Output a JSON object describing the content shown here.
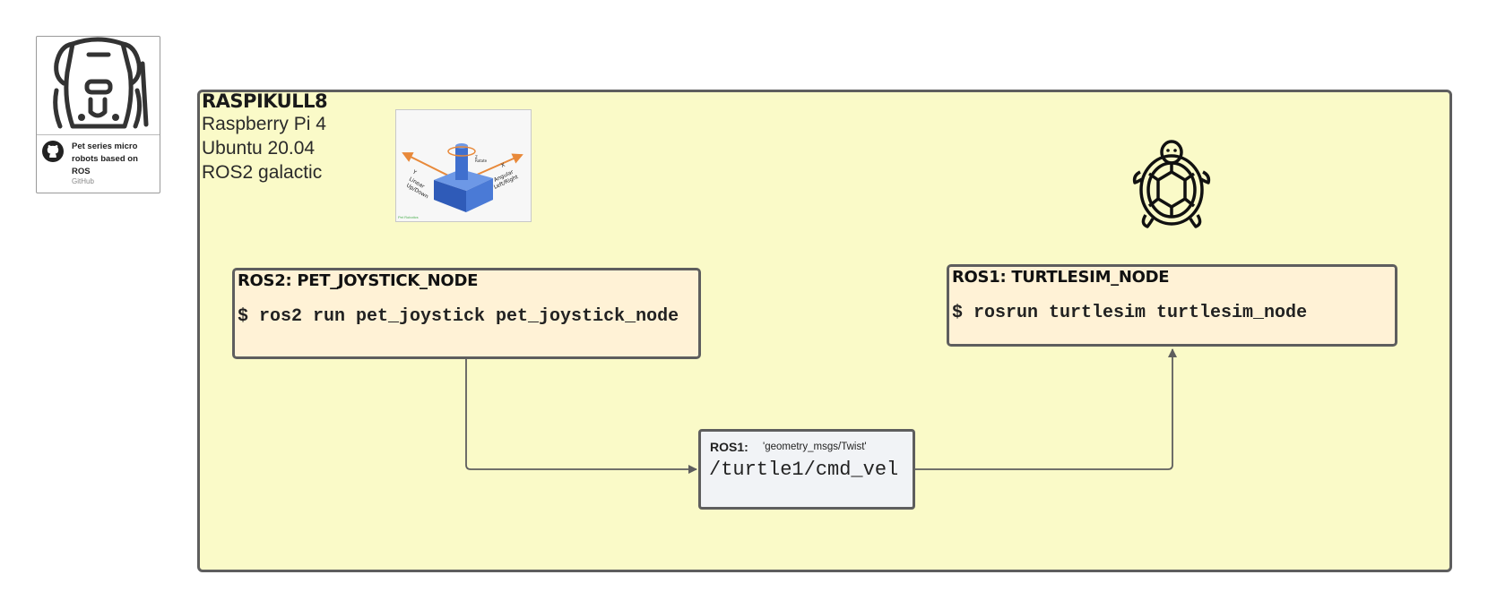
{
  "github_card": {
    "title": "Pet series micro robots based on ROS",
    "source": "GitHub"
  },
  "container": {
    "title": "RASPIKULL8",
    "specs": [
      "Raspberry Pi 4",
      "Ubuntu 20.04",
      "ROS2 galactic"
    ]
  },
  "joystick_image": {
    "labels": {
      "y": "Y",
      "linear": "Linear",
      "updown": "Up/Down",
      "x": "X",
      "angular": "Angular",
      "leftright": "Left/Right",
      "z": "Z",
      "rotate": "Rotate"
    },
    "caption": "Pet Robotics"
  },
  "nodes": {
    "joystick": {
      "title": "ROS2: PET_JOYSTICK_NODE",
      "command": "$ ros2 run pet_joystick pet_joystick_node"
    },
    "turtlesim": {
      "title": "ROS1: TURTLESIM_NODE",
      "command": "$ rosrun turtlesim turtlesim_node"
    }
  },
  "topic": {
    "label": "ROS1:",
    "type": "'geometry_msgs/Twist'",
    "name": "/turtle1/cmd_vel"
  },
  "colors": {
    "container_fill": "#fafac8",
    "node_fill": "#fff2d6",
    "topic_fill": "#f1f3f6",
    "border": "#5e5e5e",
    "connector": "#5e5e5e",
    "joystick_arrow": "#e8893a",
    "joystick_blue": "#3f6fce"
  }
}
